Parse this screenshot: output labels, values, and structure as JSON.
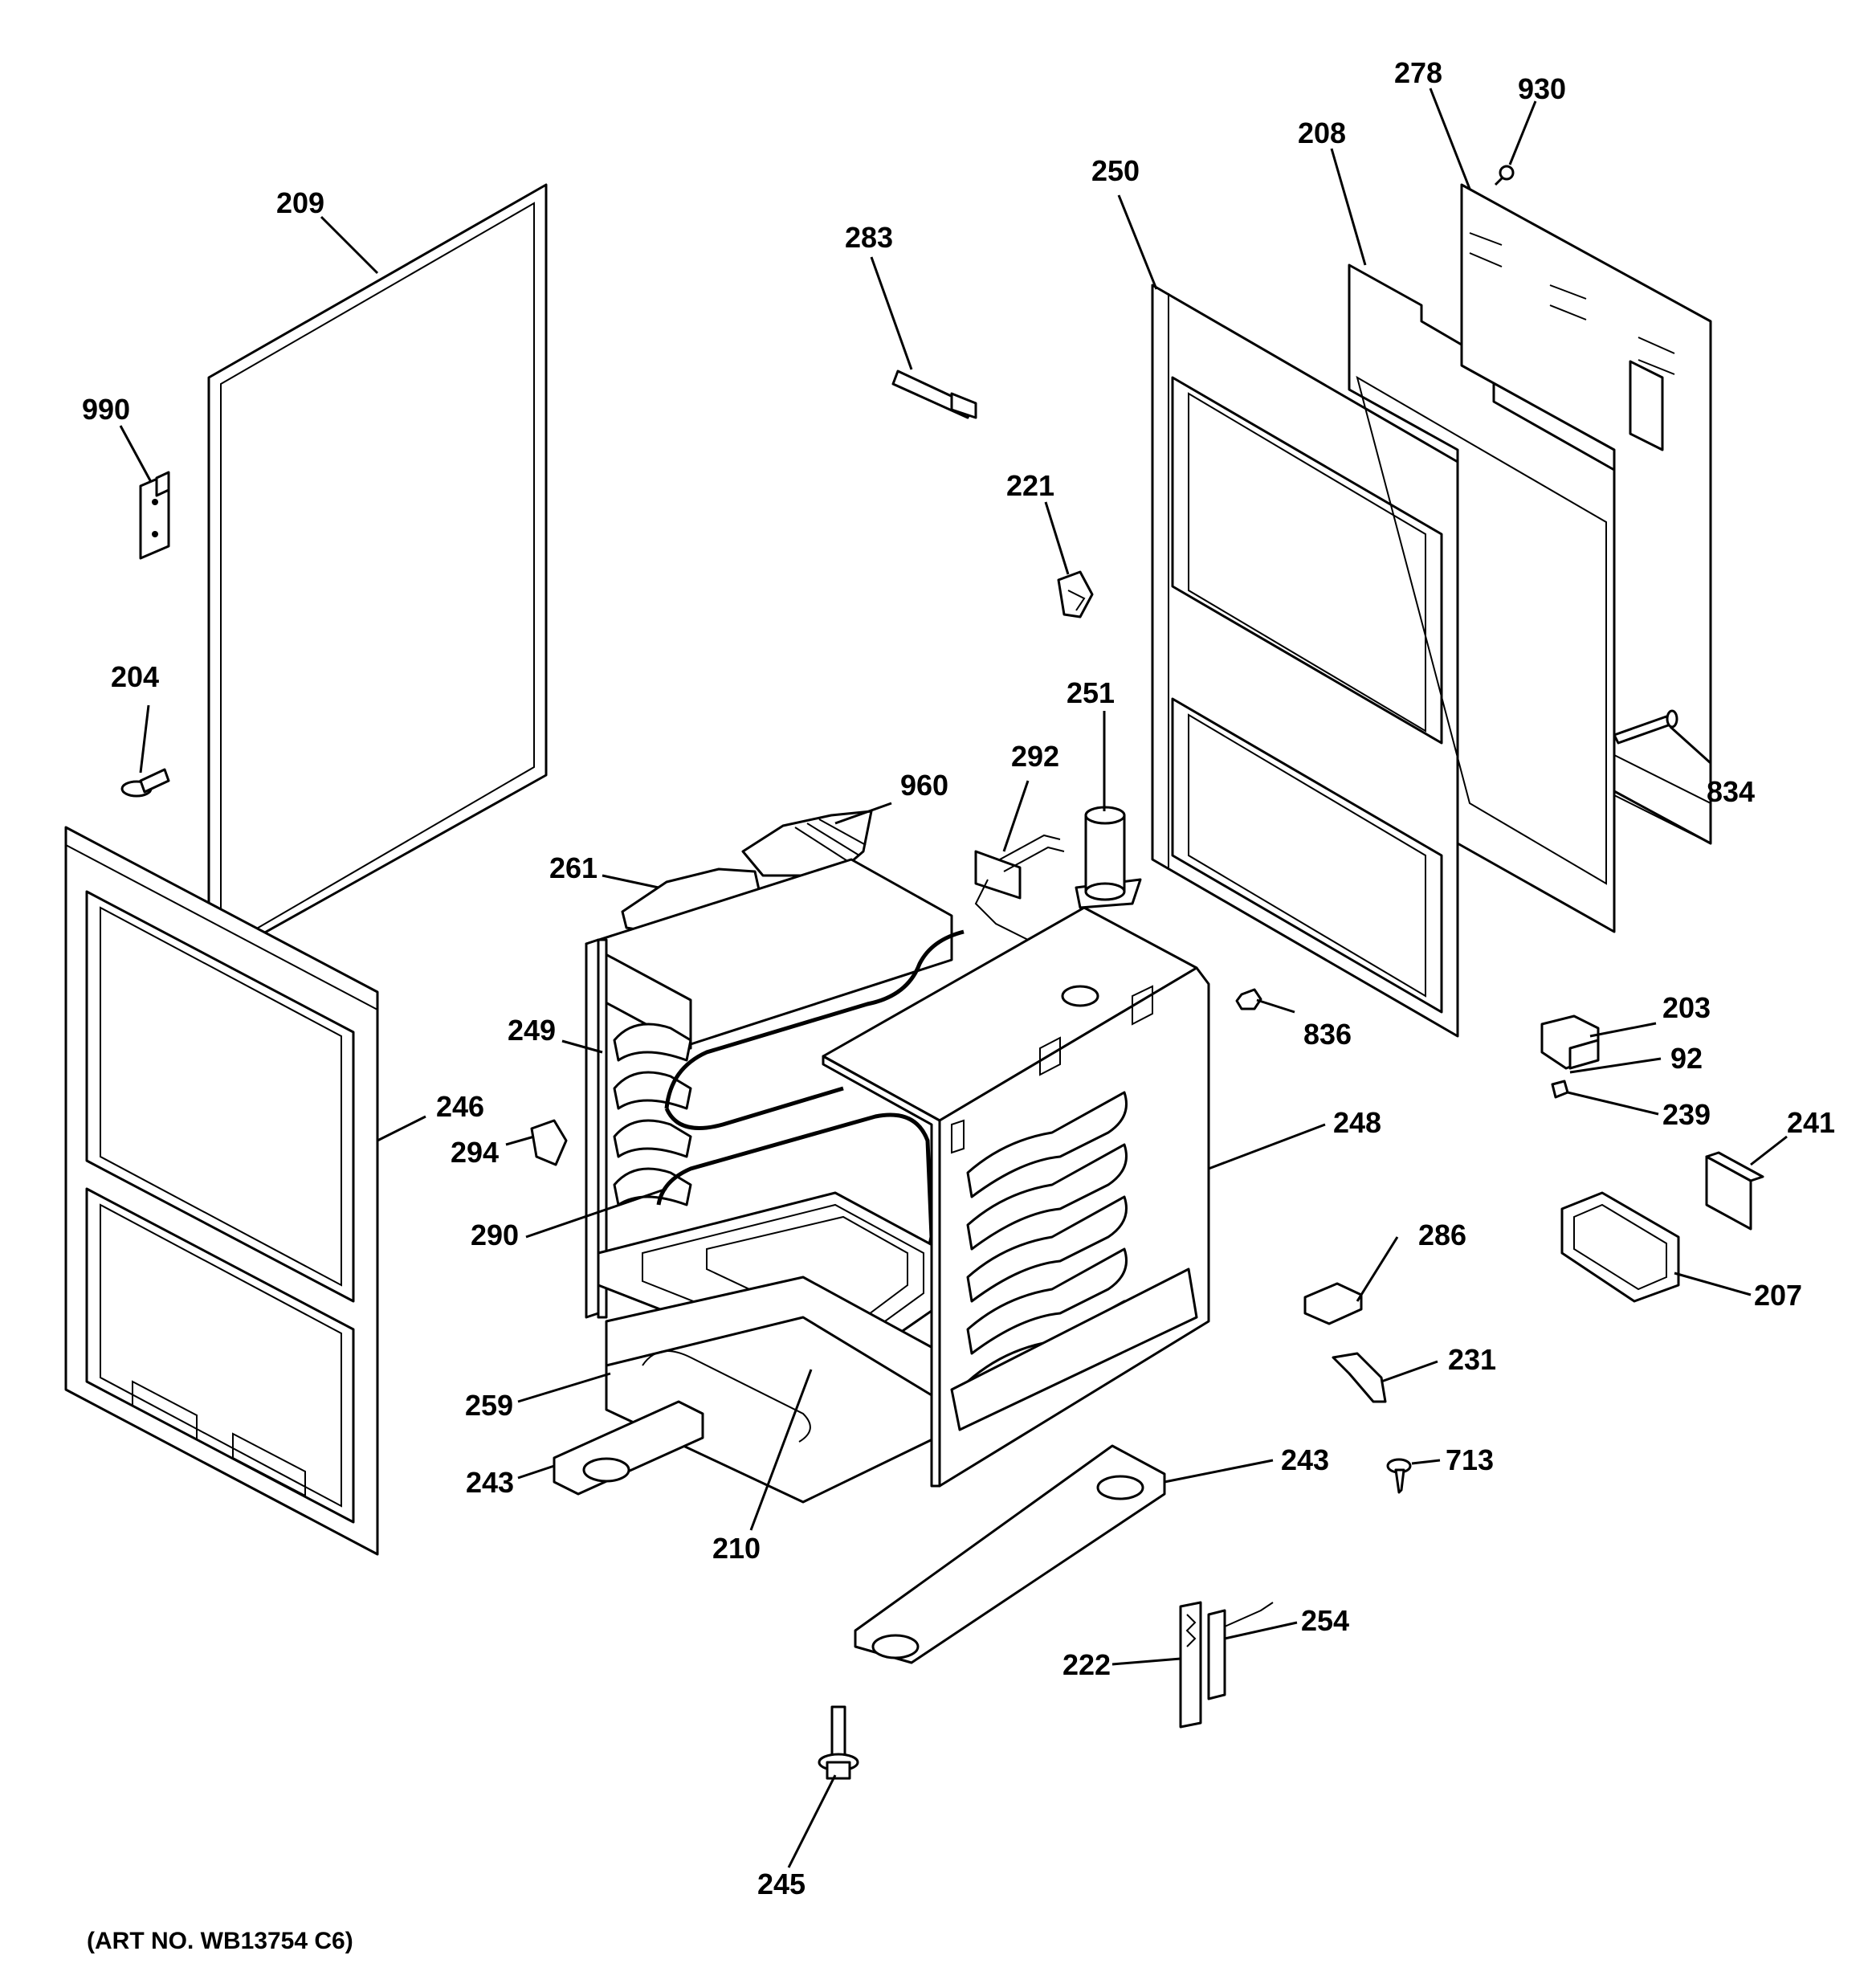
{
  "diagram": {
    "art_number": "(ART NO. WB13754 C6)",
    "callouts": [
      {
        "id": "c278",
        "label": "278"
      },
      {
        "id": "c930",
        "label": "930"
      },
      {
        "id": "c208",
        "label": "208"
      },
      {
        "id": "c250",
        "label": "250"
      },
      {
        "id": "c209",
        "label": "209"
      },
      {
        "id": "c283",
        "label": "283"
      },
      {
        "id": "c990",
        "label": "990"
      },
      {
        "id": "c221",
        "label": "221"
      },
      {
        "id": "c204",
        "label": "204"
      },
      {
        "id": "c251",
        "label": "251"
      },
      {
        "id": "c292",
        "label": "292"
      },
      {
        "id": "c960",
        "label": "960"
      },
      {
        "id": "c834",
        "label": "834"
      },
      {
        "id": "c261",
        "label": "261"
      },
      {
        "id": "c249",
        "label": "249"
      },
      {
        "id": "c836",
        "label": "836"
      },
      {
        "id": "c203",
        "label": "203"
      },
      {
        "id": "c92",
        "label": "92"
      },
      {
        "id": "c246",
        "label": "246"
      },
      {
        "id": "c239",
        "label": "239"
      },
      {
        "id": "c294",
        "label": "294"
      },
      {
        "id": "c248",
        "label": "248"
      },
      {
        "id": "c241",
        "label": "241"
      },
      {
        "id": "c290",
        "label": "290"
      },
      {
        "id": "c286",
        "label": "286"
      },
      {
        "id": "c207",
        "label": "207"
      },
      {
        "id": "c231",
        "label": "231"
      },
      {
        "id": "c259",
        "label": "259"
      },
      {
        "id": "c243a",
        "label": "243"
      },
      {
        "id": "c243b",
        "label": "243"
      },
      {
        "id": "c713",
        "label": "713"
      },
      {
        "id": "c210",
        "label": "210"
      },
      {
        "id": "c254",
        "label": "254"
      },
      {
        "id": "c222",
        "label": "222"
      },
      {
        "id": "c245",
        "label": "245"
      }
    ]
  }
}
